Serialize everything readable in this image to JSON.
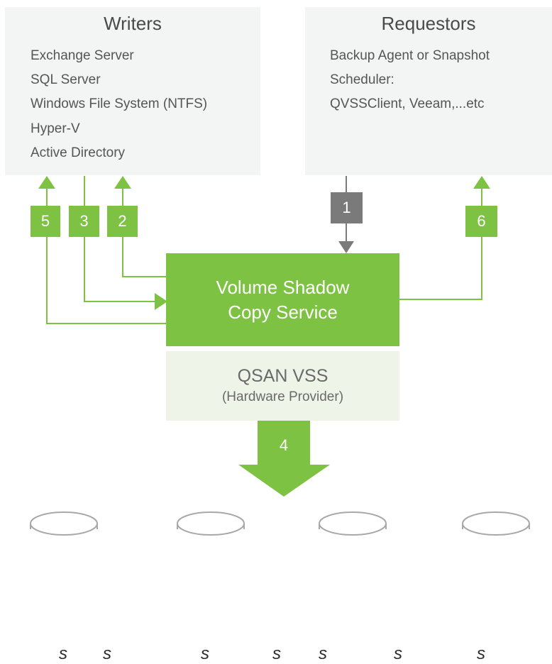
{
  "writers": {
    "title": "Writers",
    "items": [
      "Exchange Server",
      "SQL Server",
      "Windows File System (NTFS)",
      "Hyper-V",
      "Active Directory"
    ]
  },
  "requestors": {
    "title": "Requestors",
    "lines": [
      "Backup Agent or Snapshot",
      "Scheduler:",
      "QVSSClient, Veeam,...etc"
    ]
  },
  "vss": {
    "line1": "Volume Shadow",
    "line2": "Copy Service"
  },
  "provider": {
    "name": "QSAN VSS",
    "subtitle": "(Hardware Provider)"
  },
  "steps": [
    "1",
    "2",
    "3",
    "4",
    "5",
    "6"
  ],
  "disk_labels": [
    "s",
    "s",
    "s",
    "s",
    "s",
    "s",
    "s"
  ],
  "colors": {
    "accent": "#7dc242",
    "request_gray": "#7a7a7a",
    "panel_bg": "#f3f4f4",
    "provider_bg": "#eef5e8"
  }
}
